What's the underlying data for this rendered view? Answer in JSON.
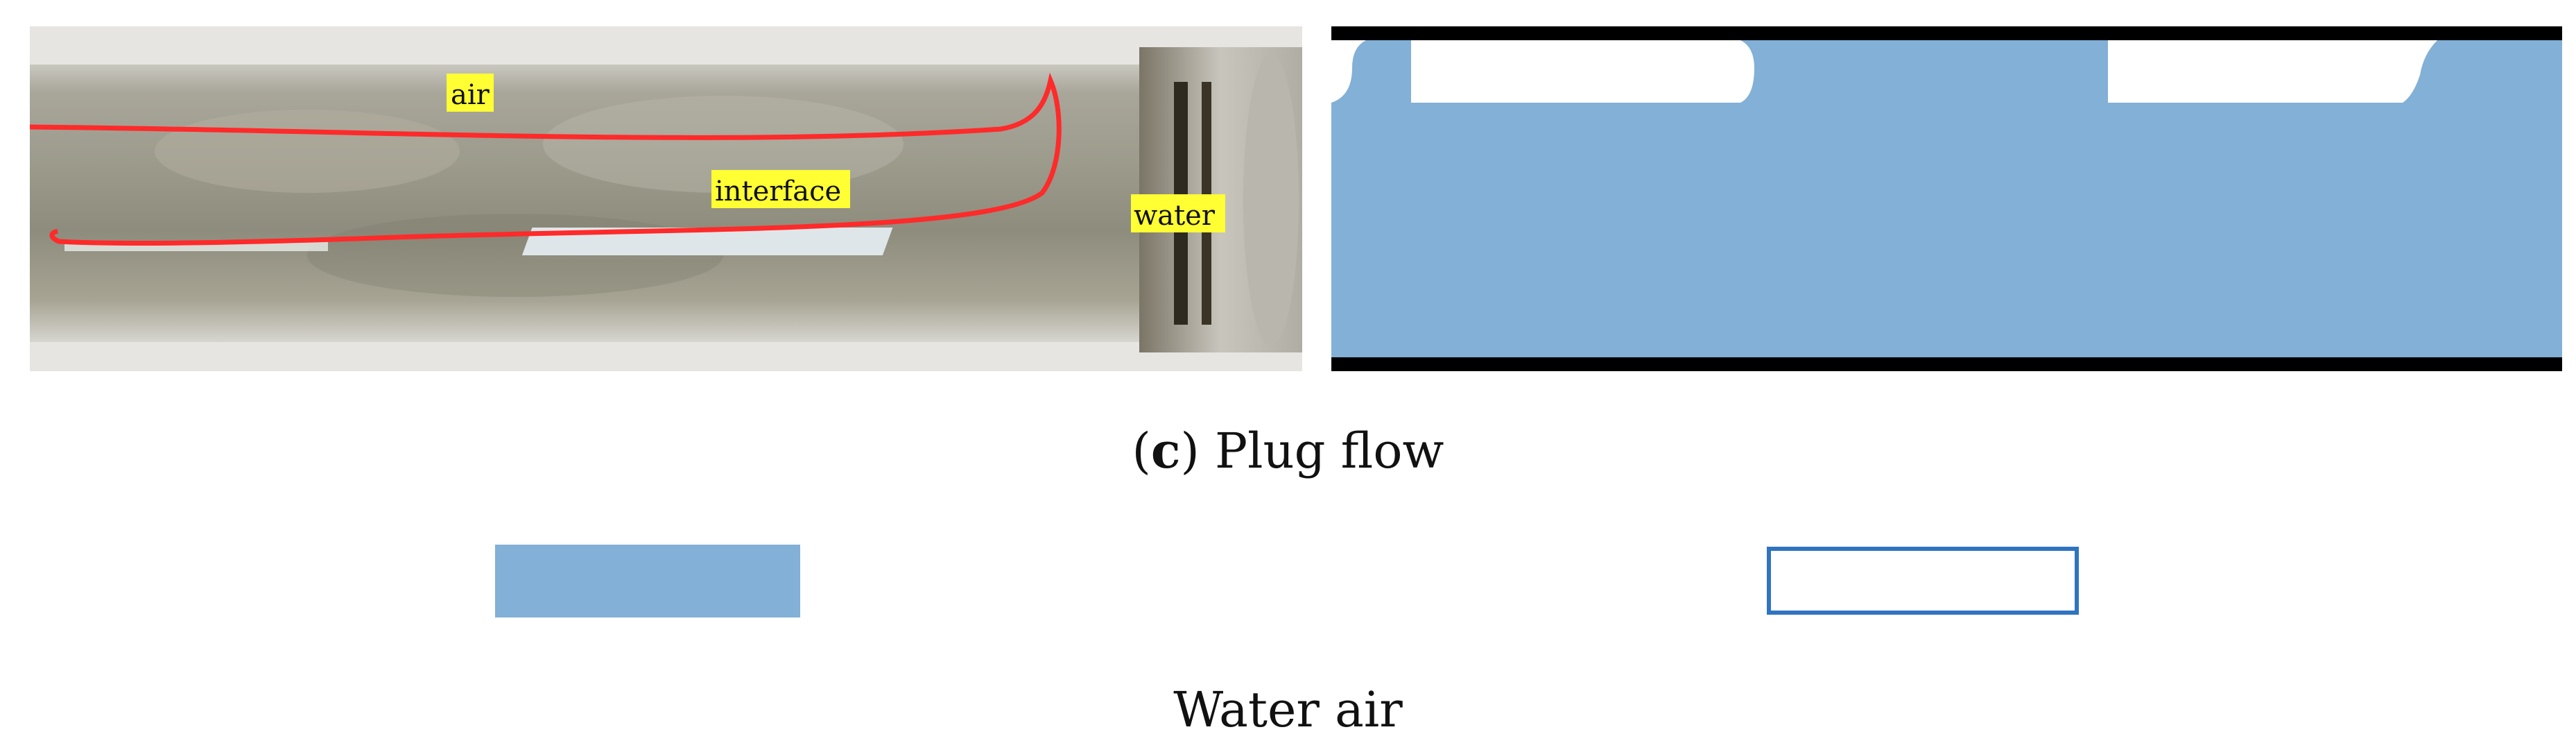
{
  "photo": {
    "labels": {
      "air": "air",
      "interface": "interface",
      "water": "water"
    },
    "label_highlight_color": "#ffff33",
    "interface_line_color": "#ff2a2a"
  },
  "schematic": {
    "water_color": "#82b0d6",
    "air_color": "#ffffff",
    "wall_color": "#000000"
  },
  "caption": {
    "open_paren": "(",
    "letter": "c",
    "close_paren": ")",
    "text": " Plug flow"
  },
  "legend": {
    "water_color": "#82b0d6",
    "air_border_color": "#2f74c0",
    "label": "Water air"
  }
}
